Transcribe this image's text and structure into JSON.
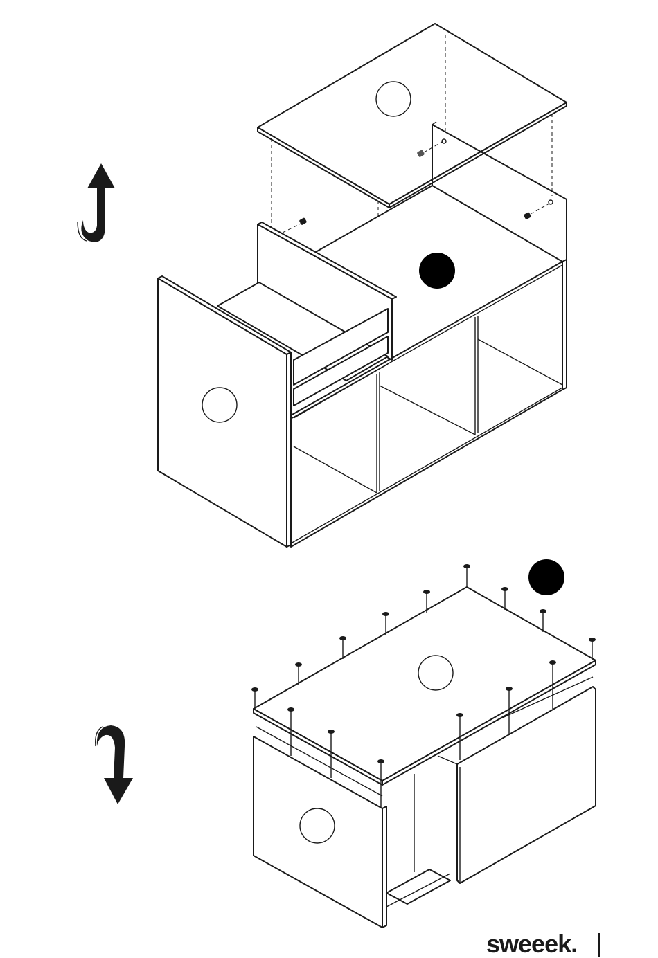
{
  "brand": {
    "logo_text": "sweeek."
  },
  "steps": [
    {
      "id": "step-a",
      "rotate_hint": "flip-up-arrow-icon"
    },
    {
      "id": "step-b",
      "rotate_hint": "flip-down-arrow-icon"
    }
  ],
  "colors": {
    "line": "#1a1a1a",
    "background": "#ffffff"
  }
}
